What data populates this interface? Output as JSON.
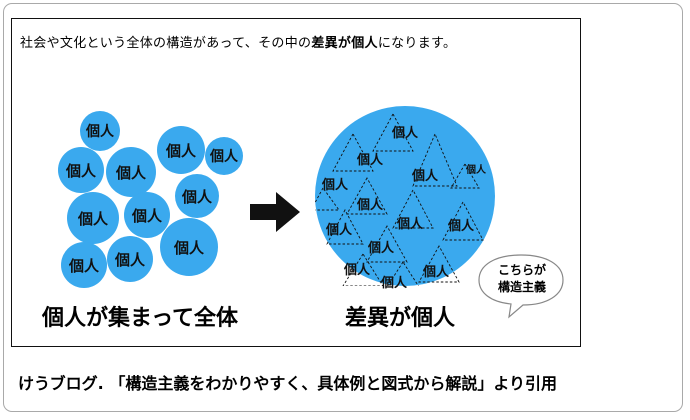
{
  "intro": {
    "text_before": "社会や文化という全体の構造があって、その中の",
    "text_bold": "差異が個人",
    "text_after": "になります。"
  },
  "unit_label": "個人",
  "small_label": "個人",
  "left_caption": "個人が集まって全体",
  "right_caption": "差異が個人",
  "bubble": "こちらが構造主義",
  "citation": "けうブログ. 「構造主義をわかりやすく、具体例と図式から解説」より引用",
  "colors": {
    "circle": "#3aa9ee",
    "line": "#111111",
    "bubble_border": "#888888"
  }
}
